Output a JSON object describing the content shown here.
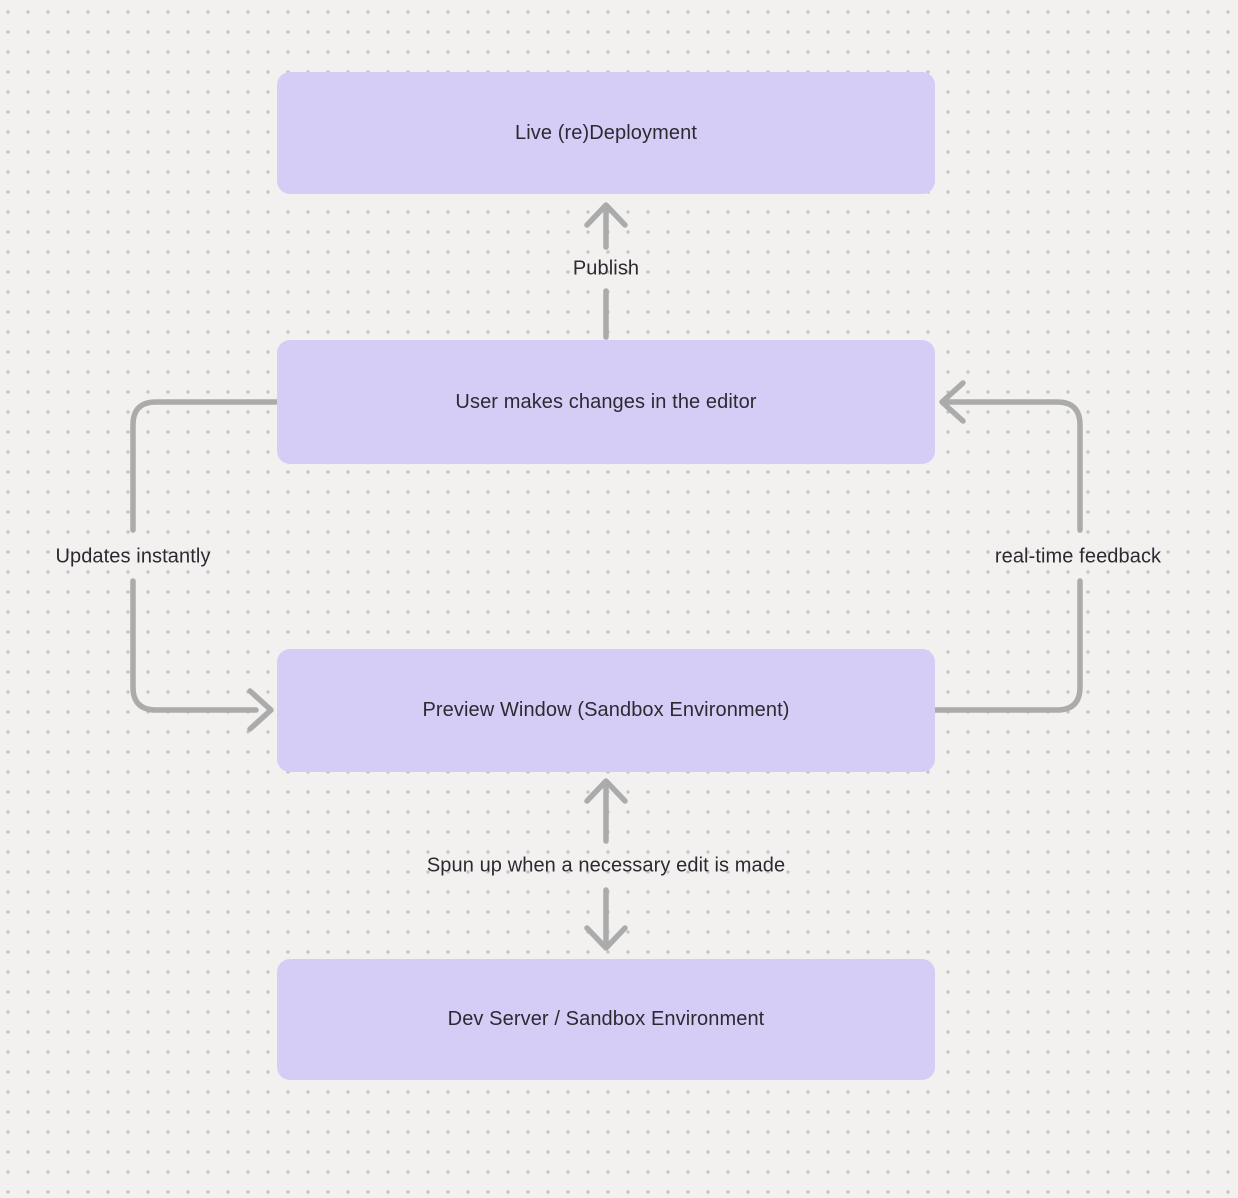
{
  "diagram": {
    "nodes": [
      {
        "id": "live-redeployment",
        "label": "Live (re)Deployment"
      },
      {
        "id": "user-editor",
        "label": "User makes changes in the editor"
      },
      {
        "id": "preview-window",
        "label": "Preview Window (Sandbox Environment)"
      },
      {
        "id": "dev-server",
        "label": "Dev Server / Sandbox Environment"
      }
    ],
    "edges": [
      {
        "id": "publish",
        "label": "Publish",
        "from": "user-editor",
        "to": "live-redeployment",
        "direction": "up"
      },
      {
        "id": "updates-instantly",
        "label": "Updates instantly",
        "from": "user-editor",
        "to": "preview-window",
        "direction": "left-side-down"
      },
      {
        "id": "realtime-feedback",
        "label": "real-time feedback",
        "from": "preview-window",
        "to": "user-editor",
        "direction": "right-side-up"
      },
      {
        "id": "spun-up",
        "label": "Spun up when a necessary edit is made",
        "from": "dev-server",
        "to": "preview-window",
        "direction": "both"
      }
    ],
    "colors": {
      "background": "#f2f1f0",
      "grid_dot": "#c3c3c3",
      "node_fill": "#d6cdf6",
      "arrow": "#ababab",
      "text": "#2c2a31"
    }
  }
}
